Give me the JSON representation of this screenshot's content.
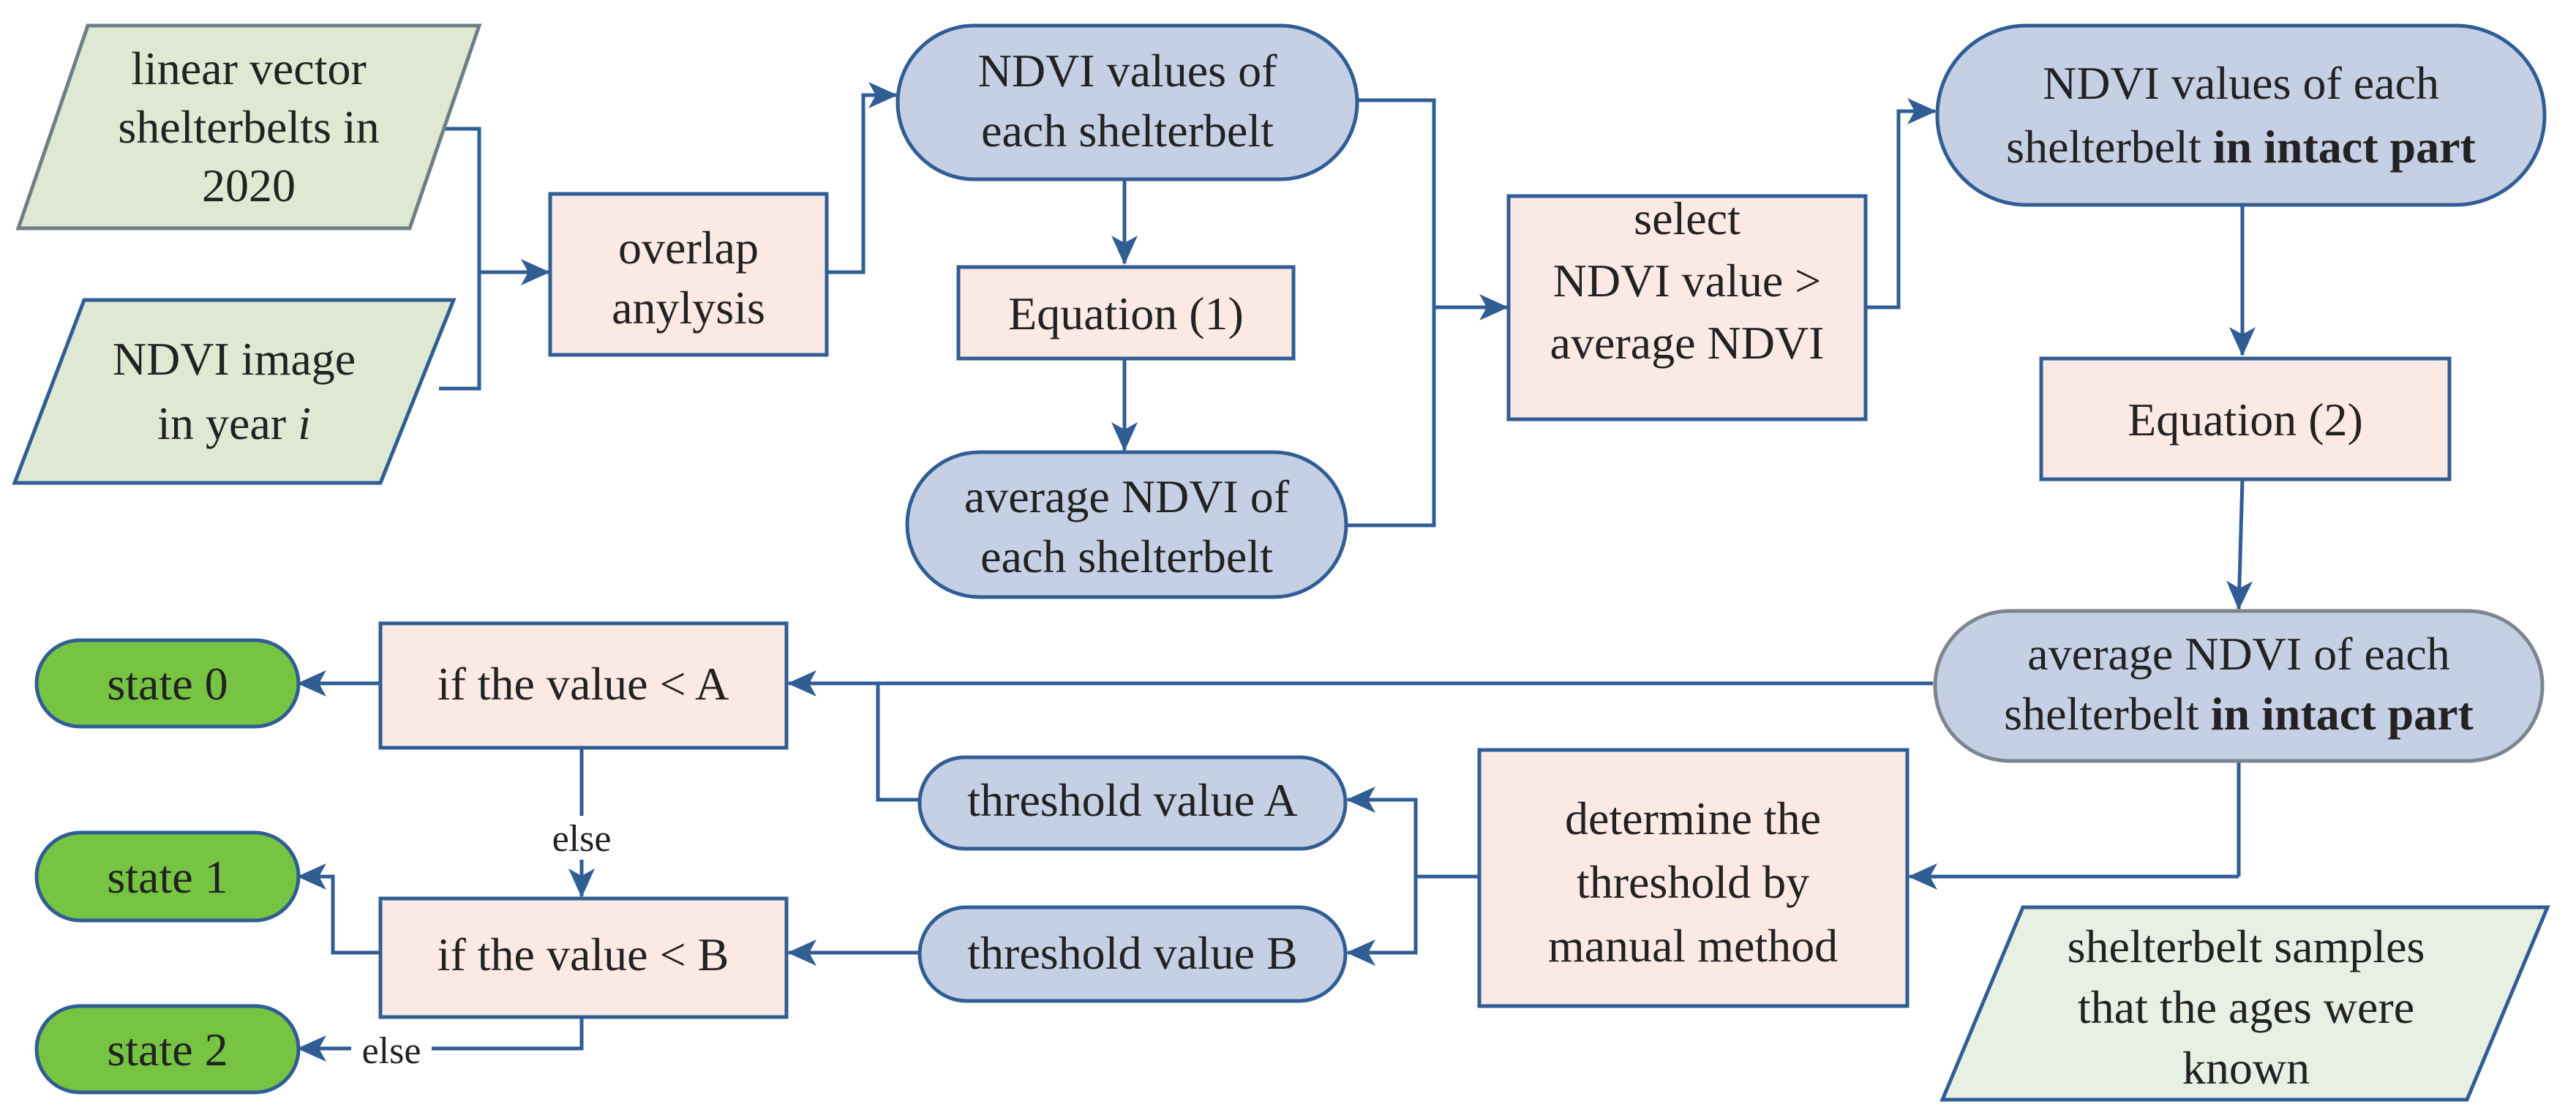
{
  "nodes": {
    "linear_vector": {
      "line1": "linear vector",
      "line2": "shelterbelts in",
      "line3": "2020"
    },
    "ndvi_image": {
      "line1": "NDVI image",
      "line2_prefix": "in year ",
      "line2_italic": "i"
    },
    "overlap": {
      "line1": "overlap",
      "line2": "anylysis"
    },
    "ndvi_values": {
      "line1": "NDVI values of",
      "line2": "each shelterbelt"
    },
    "equation1": {
      "label": "Equation (1)"
    },
    "average_ndvi": {
      "line1": "average NDVI of",
      "line2": "each shelterbelt"
    },
    "select": {
      "line1": "select",
      "line2": "NDVI value >",
      "line3": "average NDVI"
    },
    "ndvi_intact": {
      "line1": "NDVI values of each",
      "line2_prefix": "shelterbelt ",
      "line2_bold": "in intact part"
    },
    "equation2": {
      "label": "Equation (2)"
    },
    "avg_intact": {
      "line1": "average NDVI of each",
      "line2_prefix": "shelterbelt ",
      "line2_bold": "in intact part"
    },
    "if_a": {
      "label": "if  the value < A"
    },
    "if_b": {
      "label": "if  the value < B"
    },
    "threshold_a": {
      "label": "threshold value A"
    },
    "threshold_b": {
      "label": "threshold value B"
    },
    "determine": {
      "line1": "determine the",
      "line2": "threshold by",
      "line3": "manual method"
    },
    "samples": {
      "line1": "shelterbelt samples",
      "line2": "that the ages were",
      "line3": "known"
    },
    "state0": {
      "label": "state 0"
    },
    "state1": {
      "label": "state 1"
    },
    "state2": {
      "label": "state 2"
    }
  },
  "edges": {
    "else_1": "else",
    "else_2": "else"
  }
}
